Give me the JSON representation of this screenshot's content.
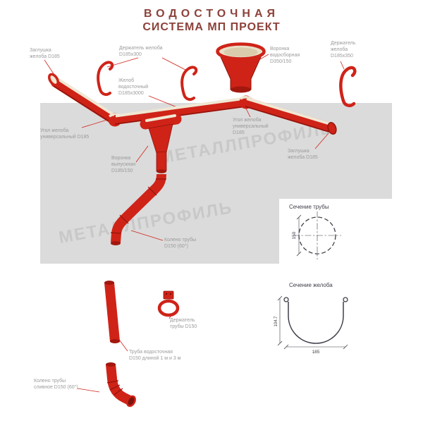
{
  "title": {
    "line1": "ВОДОСТОЧНАЯ",
    "line2": "СИСТЕМА МП ПРОЕКТ"
  },
  "watermark": {
    "text": "МЕТАЛЛПРОФИЛЬ"
  },
  "labels": {
    "end_cap_left": "Заглушка\nжелоба D185",
    "gutter_holder_300": "Держатель желоба\nD185x300",
    "collection_funnel": "Воронка\nводосборная\nD350/150",
    "gutter_holder_350": "Держатель\nжелоба\nD185x350",
    "gutter": "Желоб\nводосточный\nD185x3000",
    "corner_left": "Угол желоба\nуниверсальный D185",
    "corner_right": "Угол желоба\nуниверсальный\nD185",
    "end_cap_right": "Заглушка\nжелоба D185",
    "outlet_funnel": "Воронка\nвыпускная\nD185/150",
    "pipe_elbow": "Колено трубы\nD150 (60°)",
    "pipe_holder": "Держатель\nтрубы D150",
    "downpipe": "Труба водосточная\nD150 длиной 1 м и 3 м",
    "drain_elbow": "Колено трубы\nсливное D150 (60°)"
  },
  "sections": {
    "pipe": {
      "title": "Сечение трубы",
      "dim": "150"
    },
    "gutter": {
      "title": "Сечение желоба",
      "height_dim": "104.7",
      "width_dim": "185"
    }
  },
  "colors": {
    "product_red": "#cf2318",
    "dark_red": "#8f150d",
    "cream": "#f0e7d3",
    "roof_gray": "#dbdbdb",
    "title_brown": "#8c423a",
    "label_gray": "#9b9b9b"
  }
}
